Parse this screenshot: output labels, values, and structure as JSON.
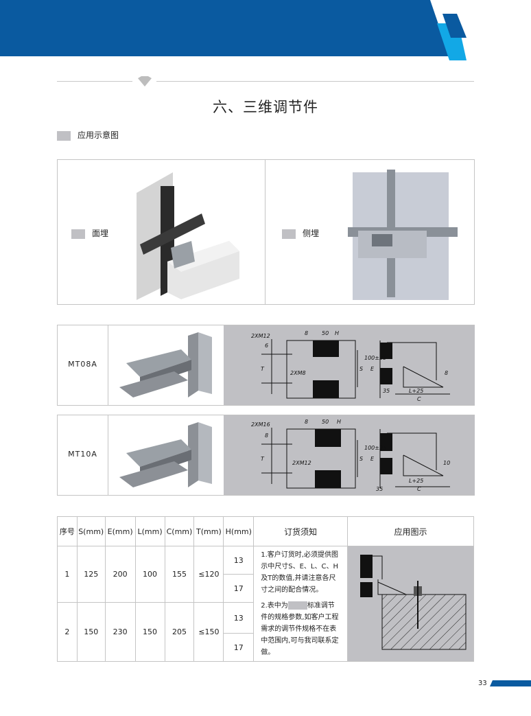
{
  "header": {
    "colors": {
      "dark_blue": "#0a5aa0",
      "light_blue": "#12a8e6"
    }
  },
  "title": "六、三维调节件",
  "section_label": "应用示意图",
  "application_diagrams": [
    {
      "label": "面埋"
    },
    {
      "label": "侧埋"
    }
  ],
  "products": [
    {
      "model": "MT08A",
      "drawing_labels": {
        "bolt_top": "2XM12",
        "plate": "8",
        "width": "50",
        "h": "H",
        "thick": "6",
        "t": "T",
        "bolt_mid": "2XM8",
        "s": "S",
        "e": "E",
        "height": "100±25",
        "base": "8",
        "offset": "35",
        "l": "L+25",
        "c": "C"
      }
    },
    {
      "model": "MT10A",
      "drawing_labels": {
        "bolt_top": "2XM16",
        "plate": "8",
        "width": "50",
        "h": "H",
        "thick": "8",
        "t": "T",
        "bolt_mid": "2XM12",
        "s": "S",
        "e": "E",
        "height": "100±25",
        "base": "10",
        "offset": "35",
        "l": "L+25",
        "c": "C"
      }
    }
  ],
  "table": {
    "headers": [
      "序号",
      "S(mm)",
      "E(mm)",
      "L(mm)",
      "C(mm)",
      "T(mm)",
      "H(mm)",
      "订货须知",
      "应用图示"
    ],
    "rows": [
      {
        "no": "1",
        "s": "125",
        "e": "200",
        "l": "100",
        "c": "155",
        "t": "≤120",
        "h": [
          "13",
          "17"
        ]
      },
      {
        "no": "2",
        "s": "150",
        "e": "230",
        "l": "150",
        "c": "205",
        "t": "≤150",
        "h": [
          "13",
          "17"
        ]
      }
    ],
    "notes": {
      "n1": "1.客户订货时,必须提供图示中尺寸S、E、L、C、H及T的数值,并请注意各尺寸之间的配合情况。",
      "n2_a": "2.表中为",
      "n2_b": "标准调节件的规格参数,如客户工程需求的调节件规格不在表中范围内,可与我司联系定做。"
    }
  },
  "page_number": "33"
}
